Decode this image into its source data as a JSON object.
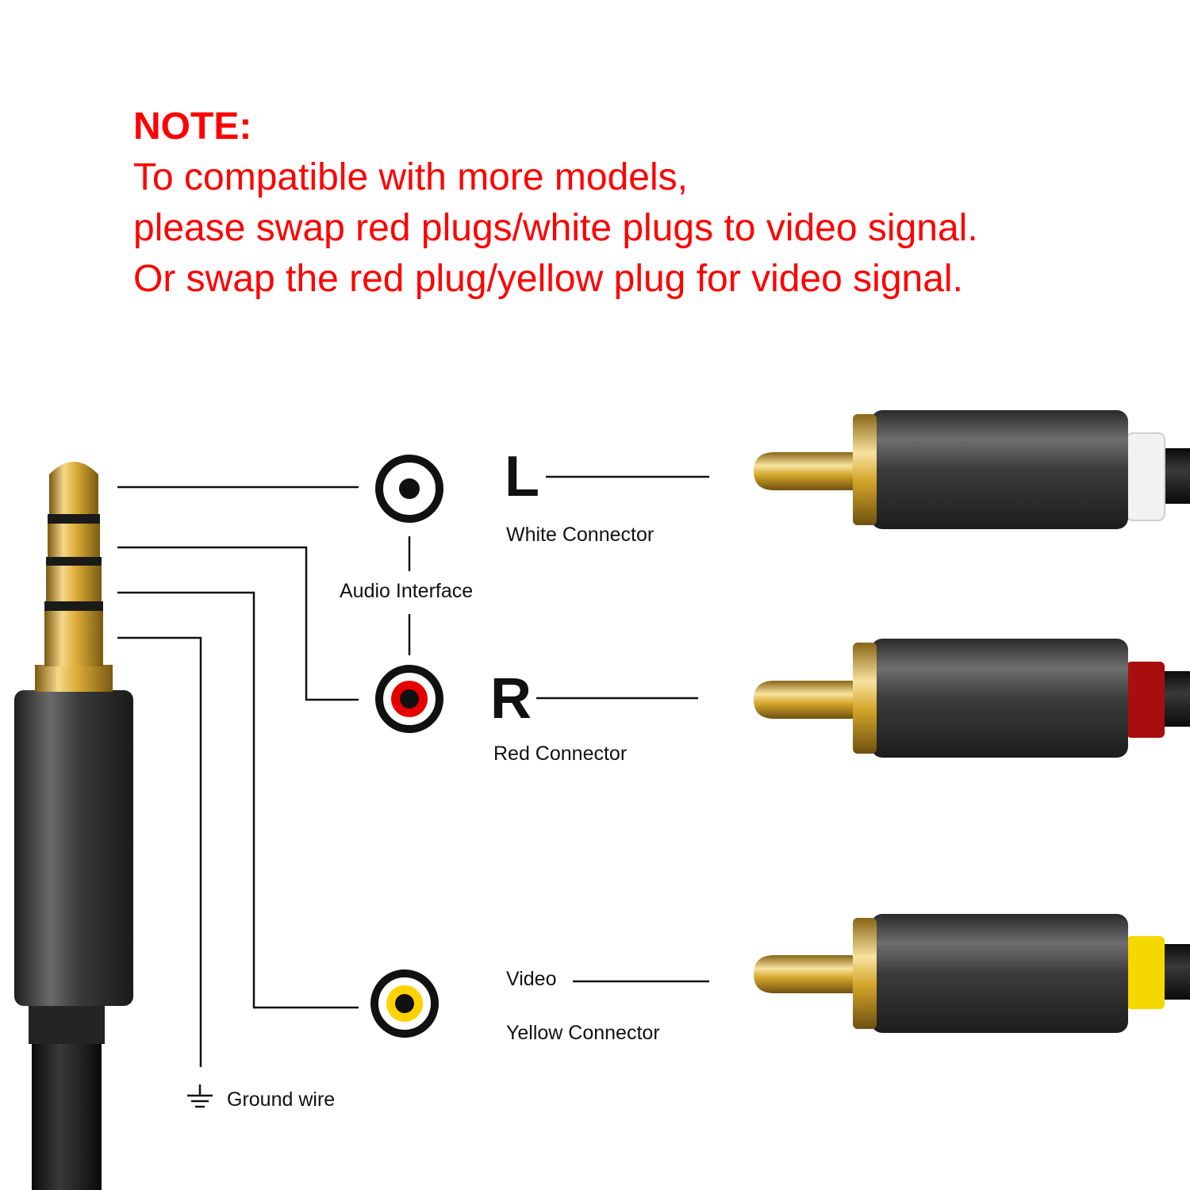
{
  "note": {
    "heading": "NOTE:",
    "lines": [
      "To compatible with more models,",
      "please swap red plugs/white plugs to video signal.",
      "Or swap the red plug/yellow plug for video signal."
    ]
  },
  "labels": {
    "left_channel_letter": "L",
    "white_connector": "White Connector",
    "audio_interface": "Audio Interface",
    "right_channel_letter": "R",
    "red_connector": "Red Connector",
    "video": "Video",
    "yellow_connector": "Yellow Connector",
    "ground_wire": "Ground wire"
  },
  "colors": {
    "note_text": "#ff0000",
    "socket_red": "#e60000",
    "socket_yellow": "#ffd200",
    "collar_white": "#f2f2f2",
    "collar_red": "#a80e0e",
    "collar_yellow": "#f5d800",
    "gold": "#d4a62a",
    "housing": "#3a3a3a"
  },
  "icons": {
    "ground": "ground-symbol-icon",
    "sockets": [
      "white-rca-socket-icon",
      "red-rca-socket-icon",
      "yellow-rca-socket-icon"
    ]
  }
}
